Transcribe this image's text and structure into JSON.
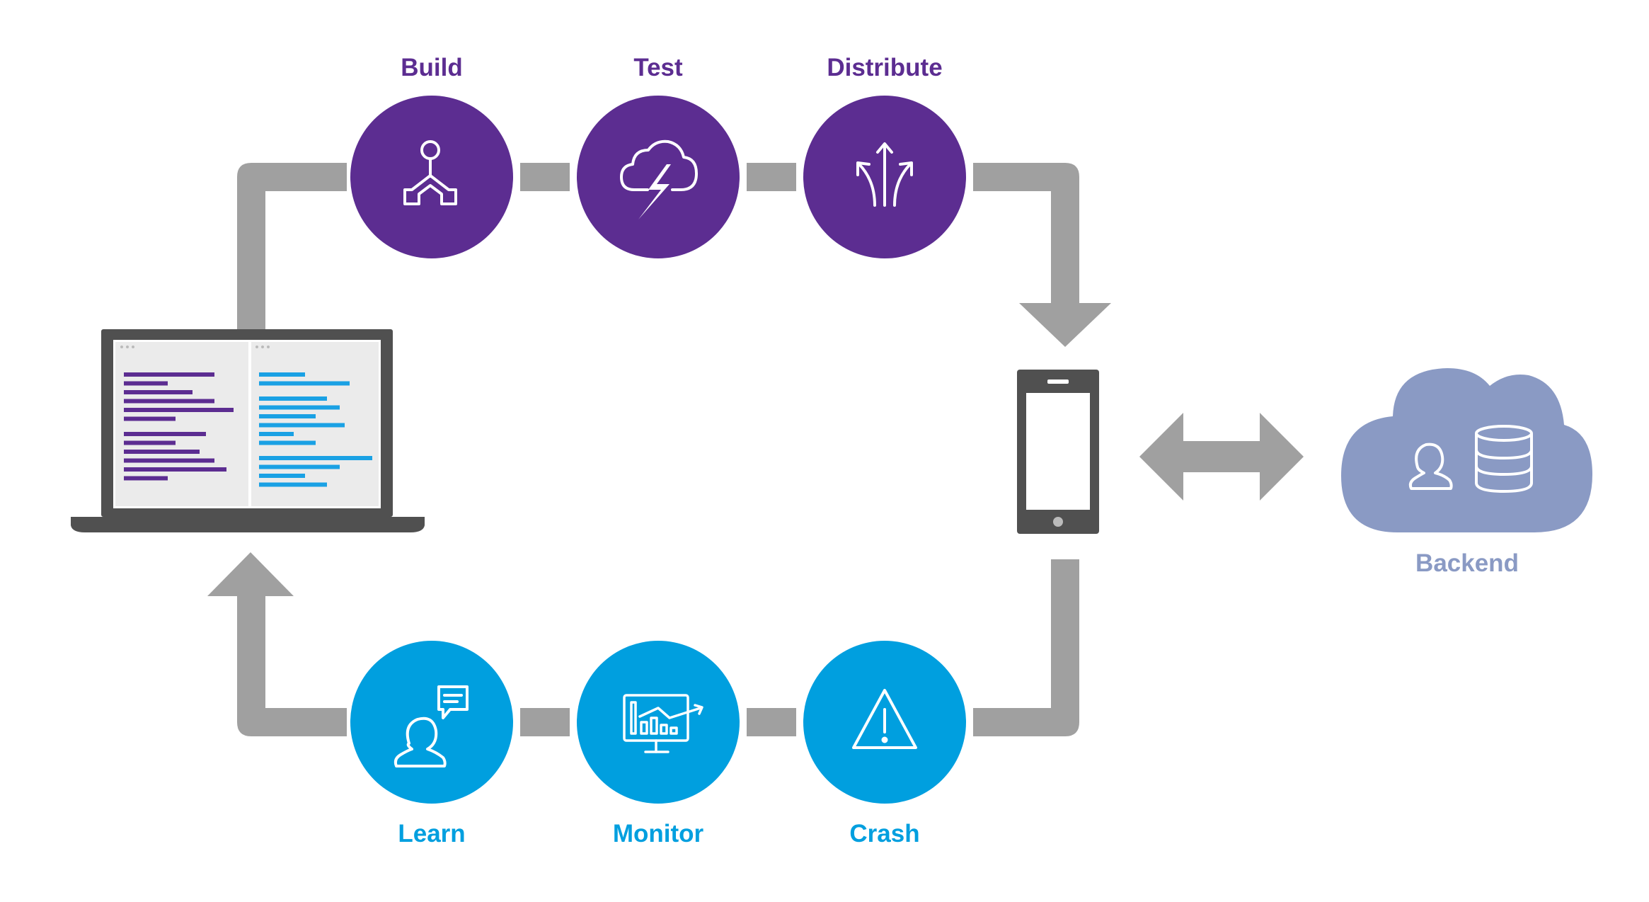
{
  "colors": {
    "purple": "#5C2D91",
    "blue": "#009FDF",
    "arrow_gray": "#A0A0A0",
    "device_dark": "#505050",
    "cloud": "#8A9AC4",
    "cloud_label": "#8A9AC4",
    "code_purple": "#5C2D91",
    "code_blue": "#1AA1E4"
  },
  "stages_top": [
    {
      "label": "Build",
      "icon": "build-branch-icon"
    },
    {
      "label": "Test",
      "icon": "cloud-lightning-icon"
    },
    {
      "label": "Distribute",
      "icon": "distribute-arrows-icon"
    }
  ],
  "stages_bottom": [
    {
      "label": "Learn",
      "icon": "user-feedback-icon"
    },
    {
      "label": "Monitor",
      "icon": "monitor-chart-icon"
    },
    {
      "label": "Crash",
      "icon": "warning-triangle-icon"
    }
  ],
  "backend": {
    "label": "Backend",
    "icons": [
      "user-icon",
      "database-icon"
    ]
  },
  "devices": {
    "laptop": "laptop-code-editor-icon",
    "phone": "smartphone-icon"
  }
}
